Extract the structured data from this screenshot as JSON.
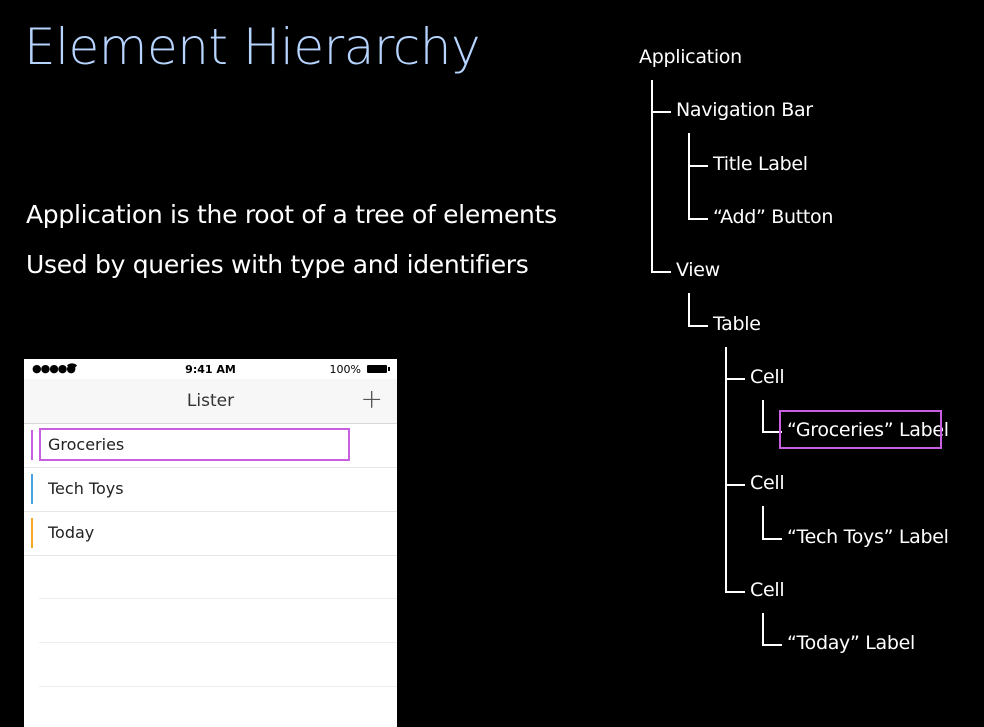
{
  "slide": {
    "title": "Element Hierarchy",
    "bullets": [
      "Application is the root of a tree of elements",
      "Used by queries with type and identifiers"
    ]
  },
  "phone": {
    "status_bar": {
      "signal": "●●●●● ",
      "wifi_icon": "wifi-icon",
      "time": "9:41 AM",
      "battery_pct": "100%",
      "battery_icon": "battery-icon"
    },
    "nav_bar": {
      "title": "Lister",
      "add_label": "+"
    },
    "lists": [
      {
        "label": "Groceries",
        "color": "#c85fe0",
        "highlighted": true
      },
      {
        "label": "Tech Toys",
        "color": "#4aa3df"
      },
      {
        "label": "Today",
        "color": "#f5a623"
      }
    ],
    "highlight_color": "#c85fe0"
  },
  "tree": {
    "nodes": [
      {
        "id": "application",
        "label": "Application",
        "depth": 0
      },
      {
        "id": "navigation-bar",
        "label": "Navigation Bar",
        "depth": 1
      },
      {
        "id": "title-label",
        "label": "Title Label",
        "depth": 2
      },
      {
        "id": "add-button",
        "label": "“Add” Button",
        "depth": 2
      },
      {
        "id": "view",
        "label": "View",
        "depth": 1
      },
      {
        "id": "table",
        "label": "Table",
        "depth": 2
      },
      {
        "id": "cell-1",
        "label": "Cell",
        "depth": 3
      },
      {
        "id": "groceries-label",
        "label": "“Groceries” Label",
        "depth": 4,
        "highlighted": true
      },
      {
        "id": "cell-2",
        "label": "Cell",
        "depth": 3
      },
      {
        "id": "tech-toys-label",
        "label": "“Tech Toys” Label",
        "depth": 4
      },
      {
        "id": "cell-3",
        "label": "Cell",
        "depth": 3
      },
      {
        "id": "today-label",
        "label": "“Today” Label",
        "depth": 4
      }
    ]
  }
}
